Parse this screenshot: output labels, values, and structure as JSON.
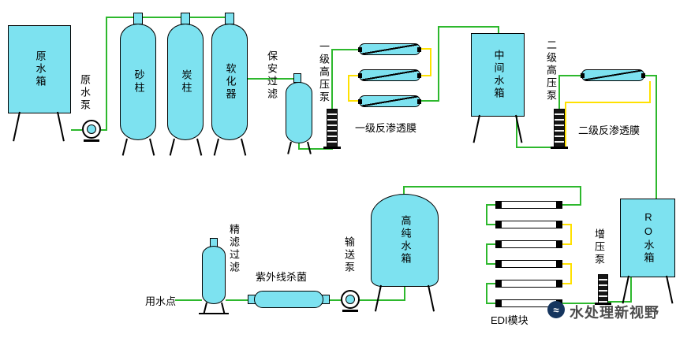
{
  "labels": {
    "raw_water_tank": "原水箱",
    "raw_water_pump": "原水泵",
    "sand_column": "砂柱",
    "carbon_column": "炭柱",
    "softener": "软化器",
    "security_filter": "保安过滤",
    "stage1_hp_pump": "一级高压泵",
    "stage1_ro_membrane": "一级反渗透膜",
    "intermediate_tank": "中间水箱",
    "stage2_hp_pump": "二级高压泵",
    "stage2_ro_membrane": "二级反渗透膜",
    "ro_tank": "RO水箱",
    "booster_pump": "增压泵",
    "edi_module": "EDI模块",
    "high_purity_tank": "高纯水箱",
    "transfer_pump": "输送泵",
    "uv_sterilizer": "紫外线杀菌",
    "fine_filter": "精滤过滤",
    "water_point": "用水点"
  },
  "watermark": {
    "text": "水处理新视野",
    "logo": "wave-icon"
  },
  "colors": {
    "vessel_fill": "#7de2f0",
    "pipe_green": "#2db82d",
    "pipe_yellow": "#ffe100"
  }
}
